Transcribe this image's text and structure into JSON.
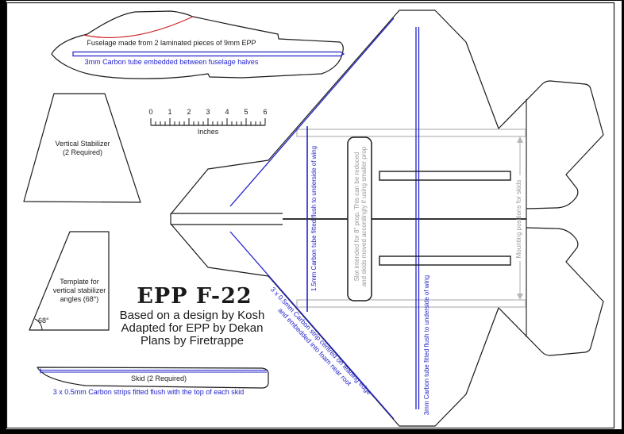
{
  "colors": {
    "line": "#1a1a1a",
    "blue": "#2222cc",
    "red": "#cc2222",
    "gray": "#b5b5b5",
    "page_bg": "#ffffff",
    "outside_bg": "#000000"
  },
  "fuselage": {
    "label": "Fuselage made from 2 laminated pieces of 9mm EPP",
    "tube_label": "3mm Carbon tube embedded between fuselage halves"
  },
  "vertical_stabilizer": {
    "line1": "Vertical Stabilizer",
    "line2": "(2 Required)"
  },
  "ruler": {
    "ticks": [
      "0",
      "1",
      "2",
      "3",
      "4",
      "5",
      "6"
    ],
    "unit": "Inches"
  },
  "template": {
    "line1": "Template for",
    "line2": "vertical stabilizer",
    "line3": "angles (68°)",
    "angle": "68°"
  },
  "title_block": {
    "title": "EPP F-22",
    "line1": "Based on a design by Kosh",
    "line2": "Adapted for EPP by Dekan",
    "line3": "Plans by Firetrappe"
  },
  "skid": {
    "label": "Skid (2 Required)",
    "strips_label": "3 x 0.5mm Carbon strips fitted flush with the top of each skid"
  },
  "planform": {
    "spar15_label": "1.5mm Carbon tube fitted flush to underside of wing",
    "spar3_label": "3mm Carbon tube fitted flush to underside of wing",
    "slot_line1": "Slot intended for 8\" prop. This can be reduced",
    "slot_line2": "and skids moved accordingly if using smaller prop",
    "mounting_label": "Mounting positions for skids",
    "le_line1": "3 x 0.5mm Carbon strip centred on leading edge",
    "le_line2": "and embedded into foam near root"
  }
}
